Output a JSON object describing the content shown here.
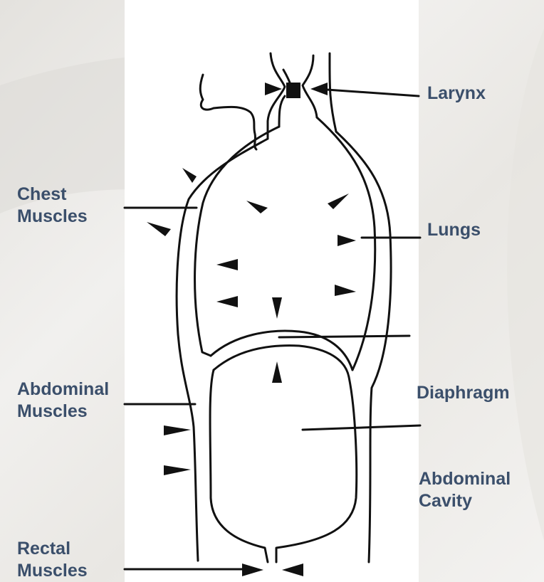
{
  "labels": {
    "larynx": "Larynx",
    "chest_muscles": "Chest\nMuscles",
    "lungs": "Lungs",
    "abdominal_muscles": "Abdominal\nMuscles",
    "diaphragm": "Diaphragm",
    "abdominal_cavity": "Abdominal\nCavity",
    "rectal_muscles": "Rectal\nMuscles"
  },
  "colors": {
    "label_text": "#3b4f6b",
    "line": "#111111",
    "panel": "#ffffff"
  }
}
